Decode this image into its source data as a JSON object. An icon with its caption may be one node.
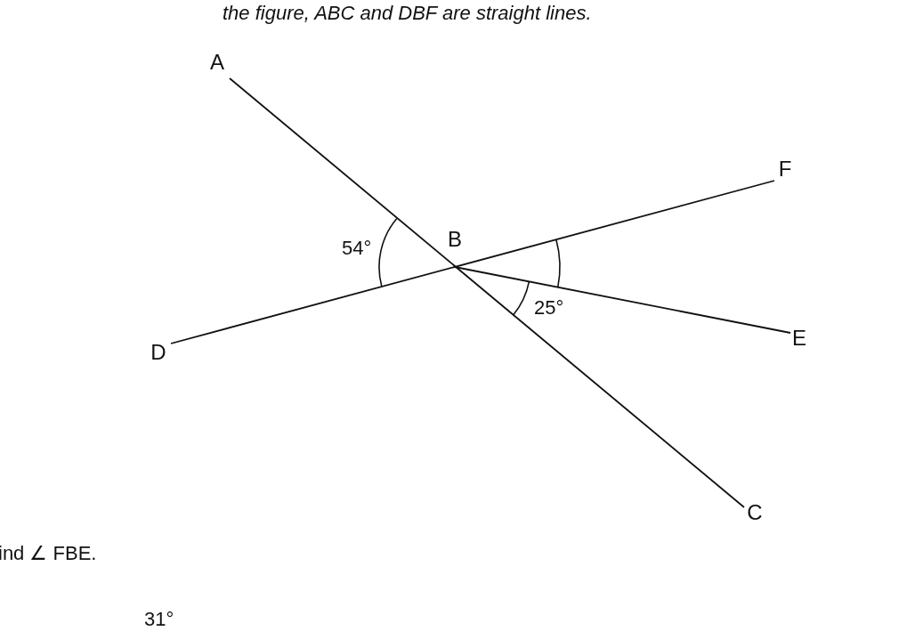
{
  "diagram": {
    "nodes": [
      {
        "text": [
          "A"
        ]
      },
      {
        "text": [
          "C"
        ]
      },
      {
        "text": [
          "D"
        ]
      },
      {
        "text": [
          "F"
        ]
      },
      {
        "text": [
          "E"
        ]
      }
    ],
    "edges": [
      {
        "from": 0,
        "to": 1,
        "arrow": "none"
      },
      {
        "from": 2,
        "to": 3,
        "arrow": "none"
      },
      {
        "from": null,
        "to": 4,
        "arrow": "none"
      }
    ],
    "labels": [
      "the figure, ABC and DBF are straight lines.",
      "54°",
      "B",
      "25°",
      "ind ∠ FBE.",
      "31°"
    ]
  }
}
